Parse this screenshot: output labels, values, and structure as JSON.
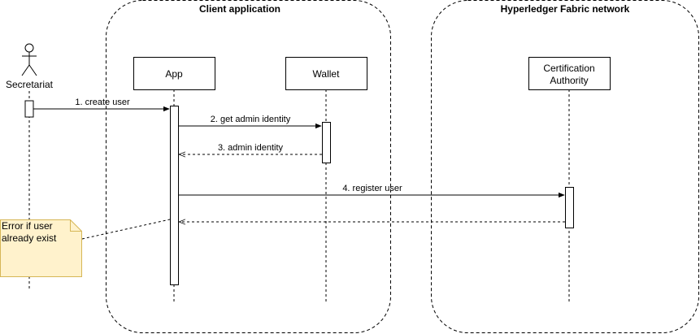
{
  "groups": {
    "client": {
      "title": "Client application"
    },
    "network": {
      "title": "Hyperledger Fabric network"
    }
  },
  "actor": {
    "label": "Secretariat"
  },
  "participants": {
    "app": {
      "label": "App"
    },
    "wallet": {
      "label": "Wallet"
    },
    "ca": {
      "label_line1": "Certification",
      "label_line2": "Authority"
    }
  },
  "messages": [
    {
      "label": "1. create user",
      "style": "solid"
    },
    {
      "label": "2. get admin identity",
      "style": "solid"
    },
    {
      "label": "3. admin identity",
      "style": "dashed"
    },
    {
      "label": "4. register user",
      "style": "solid"
    },
    {
      "label": "",
      "style": "dashed"
    }
  ],
  "note": {
    "line1": "Error if user",
    "line2": "already exist"
  }
}
